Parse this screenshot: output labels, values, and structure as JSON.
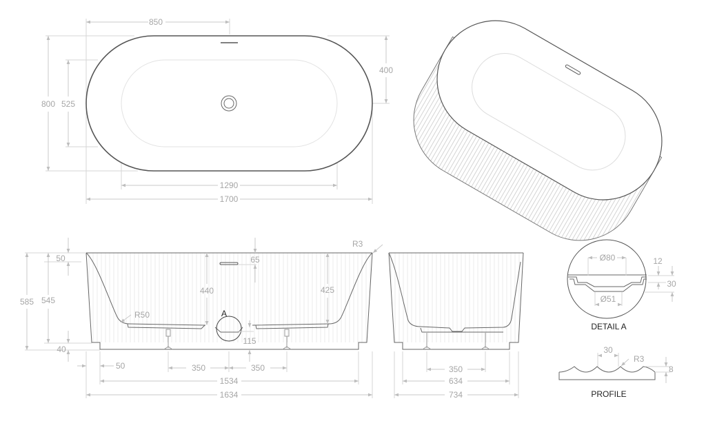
{
  "drawing": {
    "subject": "Freestanding oval fluted bathtub technical drawing",
    "views": {
      "top": {
        "dimensions": {
          "overflow_offset": "850",
          "overall_width": "800",
          "inner_width": "525",
          "drain_offset": "400",
          "inner_length": "1290",
          "overall_length": "1700"
        }
      },
      "isometric": {
        "label": ""
      },
      "front": {
        "dimensions": {
          "rim_top": "50",
          "overall_height": "585",
          "body_height": "545",
          "plinth_height": "40",
          "depth_left": "440",
          "depth_right": "425",
          "overflow_drop": "65",
          "drain_height": "115",
          "inner_radius": "R50",
          "rim_radius": "R3",
          "plinth_inset": "50",
          "leg_spacing_left": "350",
          "leg_spacing_right": "350",
          "plinth_length": "1534",
          "overall_length": "1634",
          "detail_marker": "A"
        }
      },
      "side": {
        "dimensions": {
          "leg_spacing": "350",
          "plinth_width": "634",
          "overall_width": "734"
        }
      },
      "detail_a": {
        "title": "DETAIL A",
        "dimensions": {
          "outer_diameter": "Ø80",
          "inner_diameter": "Ø51",
          "flange_depth": "12",
          "drain_depth": "30"
        }
      },
      "profile": {
        "title": "PROFILE",
        "dimensions": {
          "pitch": "30",
          "tip_radius": "R3",
          "flute_depth": "8"
        }
      }
    },
    "colors": {
      "outline": "#555555",
      "dimension_lines": "#c8c8c8",
      "dimension_text": "#a6a6a6",
      "label_text": "#222222",
      "background": "#ffffff"
    }
  }
}
